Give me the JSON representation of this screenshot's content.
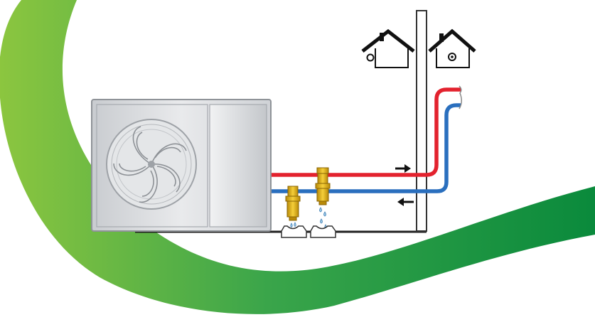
{
  "diagram": {
    "elements": [
      {
        "id": "heat-pump-outdoor-unit",
        "kind": "outdoor-unit"
      },
      {
        "id": "supply-pipe",
        "kind": "pipe",
        "flow": "to-building"
      },
      {
        "id": "return-pipe",
        "kind": "pipe",
        "flow": "from-building"
      },
      {
        "id": "drain-valve-left",
        "kind": "valve"
      },
      {
        "id": "drain-valve-right",
        "kind": "valve"
      },
      {
        "id": "building-wall",
        "kind": "wall"
      },
      {
        "id": "house-icon-outside",
        "kind": "house",
        "side": "outside"
      },
      {
        "id": "house-icon-inside",
        "kind": "house",
        "side": "inside"
      }
    ],
    "colors": {
      "supply_pipe": "#e3222e",
      "return_pipe": "#2a6fbe",
      "swoosh_light": "#8cc63f",
      "swoosh_dark": "#0a8a3c",
      "unit_body": "#d8dadd",
      "valve_brass": "#e3b21c",
      "outline": "#222222",
      "water": "#9cc9e6"
    }
  }
}
